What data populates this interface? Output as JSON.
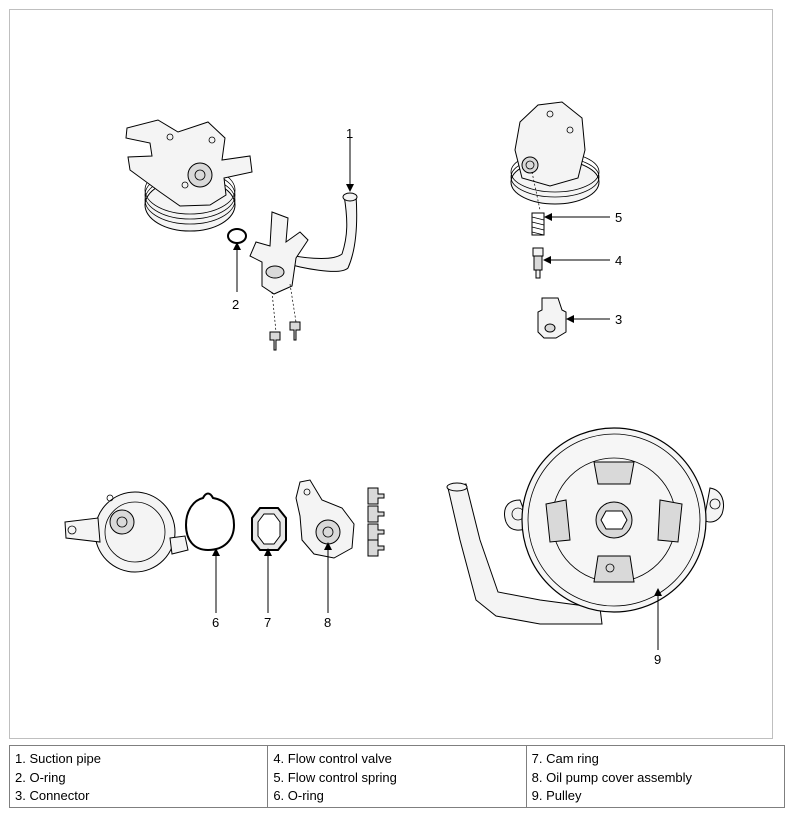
{
  "callouts": [
    "1",
    "2",
    "3",
    "4",
    "5",
    "6",
    "7",
    "8",
    "9"
  ],
  "legend": {
    "columns": [
      [
        "1. Suction pipe",
        "2. O-ring",
        "3. Connector"
      ],
      [
        "4. Flow control valve",
        "5. Flow control spring",
        "6. O-ring"
      ],
      [
        "7. Cam ring",
        "8. Oil pump cover assembly",
        "9. Pulley"
      ]
    ]
  }
}
